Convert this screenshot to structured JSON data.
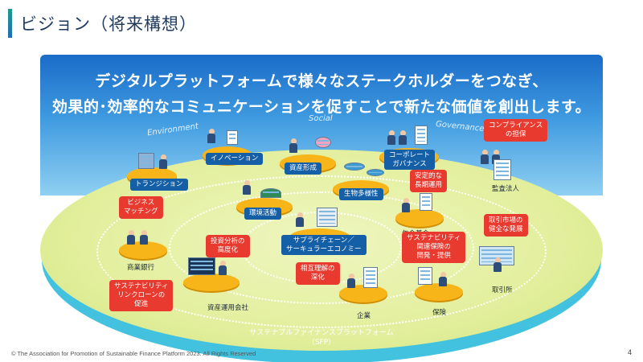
{
  "slide": {
    "title": "ビジョン（将来構想）",
    "headline_1": "デジタルプラットフォームで様々なステークホルダーをつなぎ、",
    "headline_2": "効果的･効率的なコミュニケーションを促すことで新たな価値を創出します。",
    "categories": {
      "environment": "Environment",
      "social": "Social",
      "governance": "Governance"
    },
    "nodes": {
      "transition": "トランジション",
      "innovation": "イノベーション",
      "asset_formation": "資産形成",
      "corporate_governance": "コーポレート\nガバナンス",
      "environment_activity": "環境活動",
      "biodiversity": "生物多様性",
      "supply_chain": "サプライチェーン／\nサーキュラーエコノミー"
    },
    "actors": {
      "commercial_bank": "商業銀行",
      "asset_manager": "資産運用会社",
      "company": "企業",
      "insurance": "保険",
      "pension": "年金基金",
      "auditor": "監査法人",
      "exchange": "取引所"
    },
    "callouts": {
      "compliance": "コンプライアンス\nの担保",
      "business_matching": "ビジネス\nマッチング",
      "investment_analysis": "投資分析の\n高度化",
      "stable_management": "安定的な\n長期運用",
      "market_development": "取引市場の\n健全な発展",
      "sustainability_insurance": "サステナビリティ\n関連保険の\n開発・提供",
      "sustainability_loan": "サステナビリティ\nリンクローンの\n促進",
      "mutual_understanding": "相互理解の\n深化"
    },
    "platform_name": "サステナブルファイナンスプラットフォーム",
    "platform_abbr": "（SFP）",
    "copyright": "© The Association for Promotion of Sustainable Finance Platform 2023. All Rights Reserved",
    "page_number": "4"
  },
  "colors": {
    "sky_top": "#1a6cc8",
    "disc": "#e3ef9d",
    "ring": "#43c2df",
    "node_pad": "#f7b51a",
    "label_blue": "#155fa6",
    "callout_red": "#e83a2f"
  },
  "icons": [
    "person-icon",
    "building-icon",
    "solar-panel-icon",
    "wind-turbine-icon",
    "piggy-bank-icon",
    "dolphin-icon",
    "factory-icon",
    "chart-screen-icon"
  ]
}
